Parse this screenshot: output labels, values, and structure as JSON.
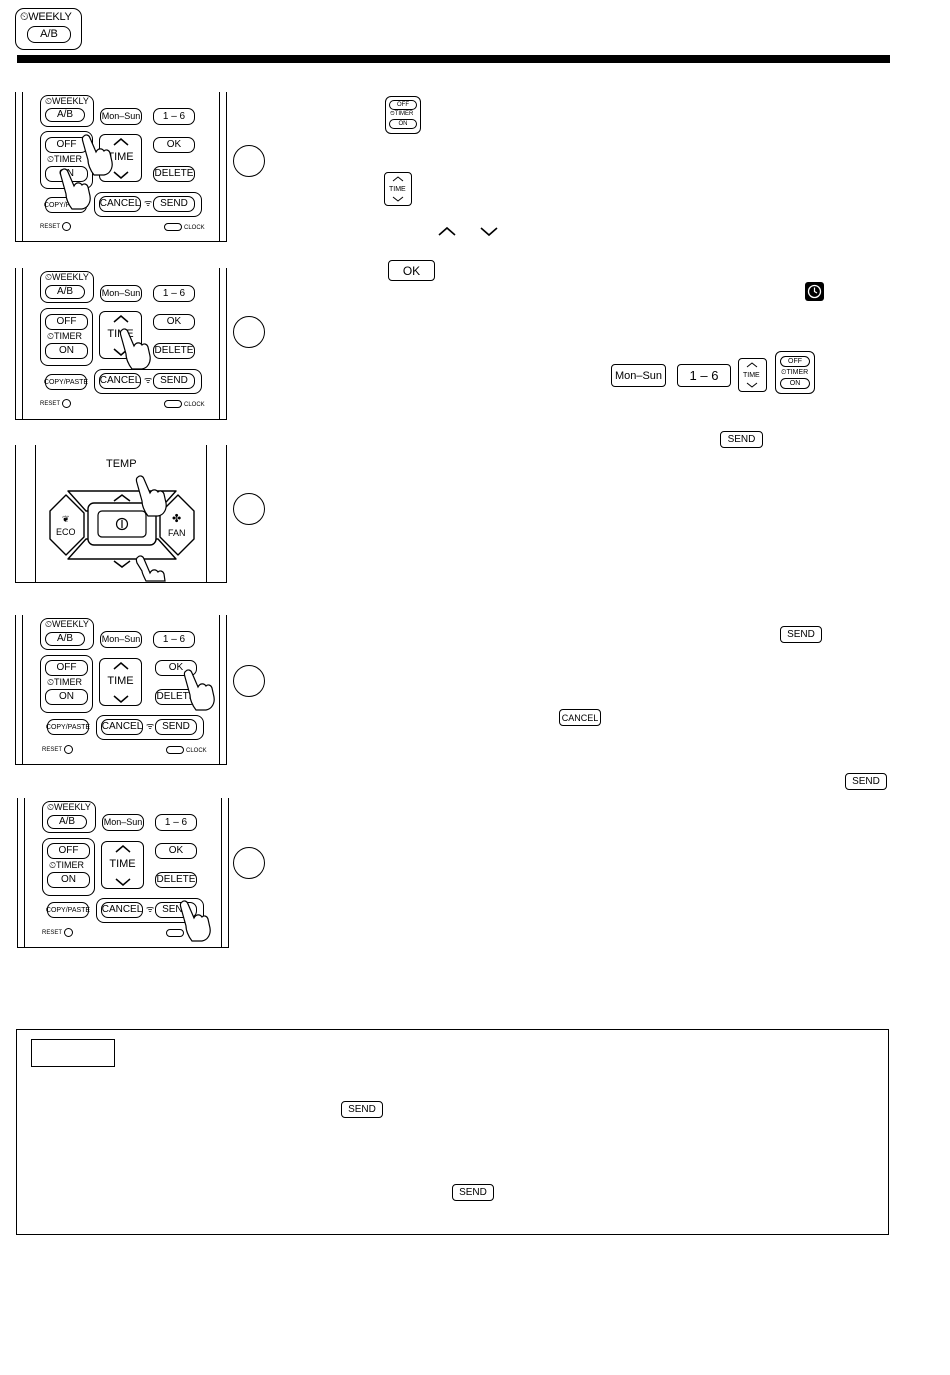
{
  "header": {
    "weekly_label": "⏲WEEKLY",
    "ab_label": "A/B"
  },
  "remote": {
    "weekly": "⏲WEEKLY",
    "ab": "A/B",
    "mon_sun": "Mon–Sun",
    "one_six": "1 – 6",
    "off": "OFF",
    "timer": "⏲TIMER",
    "on": "ON",
    "time": "TIME",
    "ok": "OK",
    "delete": "DELETE",
    "copy_paste": "COPY/PASTE",
    "cancel": "CANCEL",
    "send": "SEND",
    "reset": "RESET",
    "clock": "CLOCK",
    "temp": "TEMP",
    "eco": "ECO",
    "fan": "FAN"
  },
  "icons": {
    "up": "up-chevron-icon",
    "down": "down-chevron-icon",
    "clock": "clock-icon",
    "hand": "pointing-hand-icon",
    "power": "power-icon",
    "leaf": "leaf-icon",
    "fan": "fan-icon",
    "wireless": "wireless-signal-icon"
  },
  "text_icons": {
    "off": "OFF",
    "timer": "⏲TIMER",
    "on": "ON",
    "time": "TIME",
    "ok": "OK",
    "mon_sun": "Mon–Sun",
    "one_six": "1 – 6",
    "send": "SEND",
    "cancel": "CANCEL"
  },
  "colors": {
    "ink": "#000000",
    "paper": "#ffffff"
  }
}
